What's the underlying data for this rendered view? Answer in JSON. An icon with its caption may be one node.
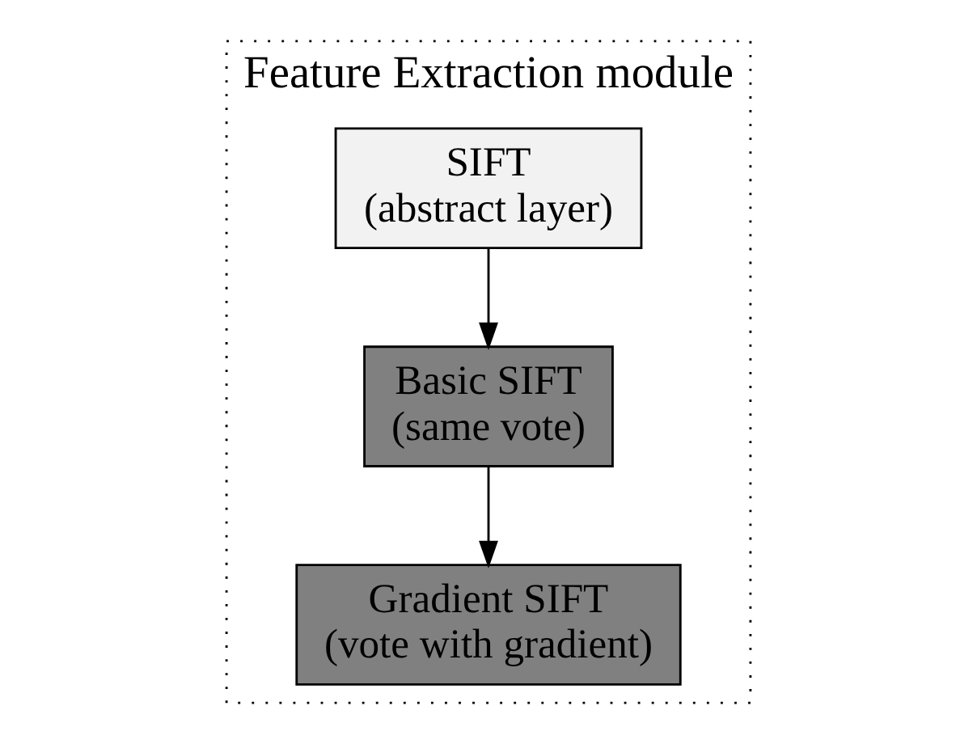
{
  "diagram": {
    "nodes": [
      {
        "text": [
          "Feature Extraction module"
        ]
      },
      {
        "text": [
          "SIFT",
          "(abstract layer)"
        ],
        "in": 0
      },
      {
        "text": [
          "Basic SIFT",
          "(same vote)"
        ],
        "in": 0
      },
      {
        "text": [
          "Gradient SIFT",
          "(vote with gradient)"
        ],
        "in": 0
      }
    ],
    "edges": [
      {
        "from": 1,
        "to": 2,
        "arrow": "to"
      },
      {
        "from": 2,
        "to": 3,
        "arrow": "to"
      }
    ]
  }
}
